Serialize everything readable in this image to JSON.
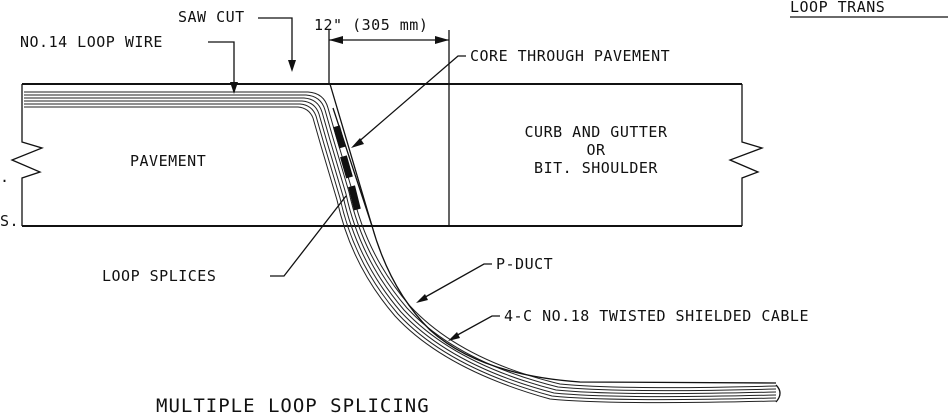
{
  "labels": {
    "saw_cut": "SAW CUT",
    "dimension": "12\" (305 mm)",
    "loop_wire": "NO.14 LOOP WIRE",
    "loop_trans": "LOOP TRANS",
    "core": "CORE THROUGH PAVEMENT",
    "curb_line1": "CURB AND GUTTER",
    "curb_line2": "OR",
    "curb_line3": "BIT. SHOULDER",
    "pavement": "PAVEMENT",
    "left_fragment_1": ".",
    "left_fragment_2": "S.",
    "loop_splices": "LOOP SPLICES",
    "p_duct": "P-DUCT",
    "cable": "4-C NO.18 TWISTED SHIELDED CABLE",
    "title": "MULTIPLE LOOP SPLICING"
  }
}
